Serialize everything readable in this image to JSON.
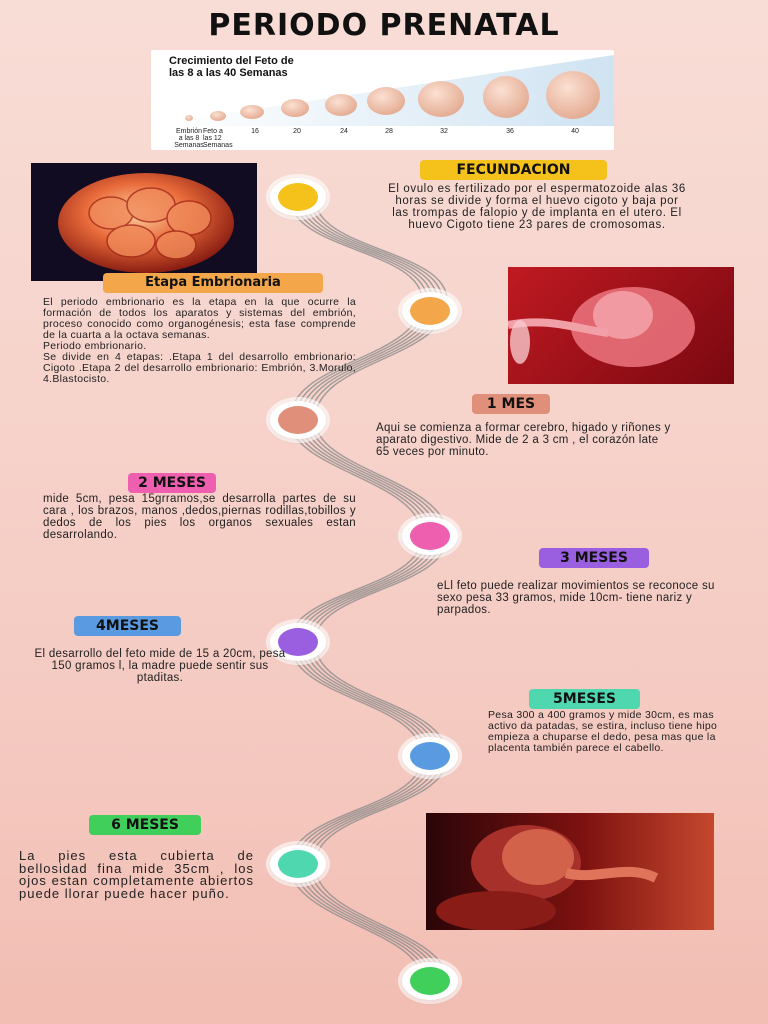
{
  "page": {
    "title": "PERIODO PRENATAL"
  },
  "growth_chart": {
    "title_line1": "Crecimiento del Feto de",
    "title_line2": "las 8 a las 40 Semanas",
    "labels": [
      {
        "line1": "Embrión",
        "line2": "a las 8",
        "line3": "Semanas"
      },
      {
        "line1": "Feto a",
        "line2": "las 12",
        "line3": "Semanas"
      },
      {
        "line1": "16",
        "line2": "",
        "line3": ""
      },
      {
        "line1": "20",
        "line2": "",
        "line3": ""
      },
      {
        "line1": "24",
        "line2": "",
        "line3": ""
      },
      {
        "line1": "28",
        "line2": "",
        "line3": ""
      },
      {
        "line1": "32",
        "line2": "",
        "line3": ""
      },
      {
        "line1": "36",
        "line2": "",
        "line3": ""
      },
      {
        "line1": "40",
        "line2": "",
        "line3": ""
      }
    ]
  },
  "sections": {
    "fecundacion": {
      "heading": "FECUNDACION",
      "color": "#f5c21b",
      "text": "El ovulo es fertilizado por el espermatozoide alas 36 horas se divide y  forma el huevo cigoto y baja por las trompas de falopio y de implanta en el utero. El huevo Cigoto tiene 23 pares de cromosomas."
    },
    "embrionaria": {
      "heading": "Etapa Embrionaria",
      "color": "#f3a64a",
      "text": "El periodo embrionario es la etapa en la que ocurre la formación de todos los aparatos y sistemas del embrión, proceso conocido como organogénesis; esta fase comprende de la cuarta a la octava semanas.",
      "text2": "Periodo embrionario.",
      "text3": "Se divide en 4 etapas: .Etapa 1 del desarrollo embrionario: Cigoto .Etapa 2 del desarrollo embrionario: Embrión, 3.Morulo, 4.Blastocisto."
    },
    "mes1": {
      "heading": "1 MES",
      "color": "#e0907a",
      "text": "Aqui se comienza a formar  cerebro, higado y riñones y aparato digestivo. Mide  de 2 a 3 cm , el corazón late 65 veces por minuto."
    },
    "mes2": {
      "heading": "2  MESES",
      "color": "#ee5fb0",
      "text": "mide 5cm, pesa 15grramos,se desarrolla partes de su cara , los brazos, manos ,dedos,piernas rodillas,tobillos y dedos de los pies los organos sexuales estan desarrolando."
    },
    "mes3": {
      "heading": "3 MESES",
      "color": "#9a5fe0",
      "text": "eLl feto puede realizar movimientos se reconoce su sexo pesa 33 gramos, mide 10cm- tiene nariz y parpados."
    },
    "mes4": {
      "heading": "4MESES",
      "color": "#5a9ae0",
      "text": "El desarrollo del feto   mide de 15 a 20cm, pesa 150 gramos l, la madre puede sentir sus ptaditas."
    },
    "mes5": {
      "heading": "5MESES",
      "color": "#4fd8b0",
      "text": "Pesa 300 a 400 gramos y mide 30cm, es mas activo da patadas, se estira, incluso tiene hipo empieza a chuparse el dedo, pesa mas que la placenta también parece el cabello."
    },
    "mes6": {
      "heading": "6 MESES",
      "color": "#3fcf5a",
      "text": "La pies esta  cubierta de  bellosidad  fina  mide 35cm , los ojos estan completamente abiertos puede llorar puede hacer puño."
    }
  },
  "timeline_dots": [
    {
      "color": "#f5c21b"
    },
    {
      "color": "#f3a64a"
    },
    {
      "color": "#e0907a"
    },
    {
      "color": "#ee5fb0"
    },
    {
      "color": "#9a5fe0"
    },
    {
      "color": "#5a9ae0"
    },
    {
      "color": "#4fd8b0"
    },
    {
      "color": "#3fcf5a"
    }
  ]
}
